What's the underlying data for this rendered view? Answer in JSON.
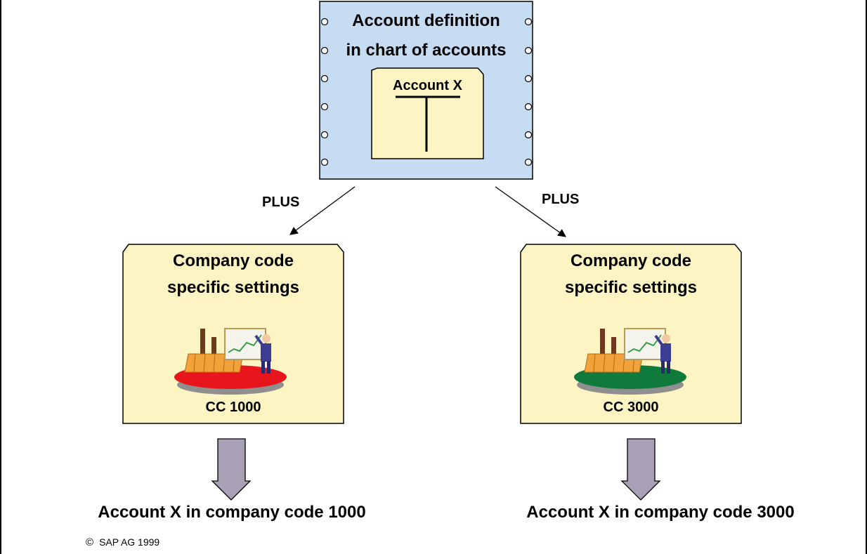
{
  "chart_definition": {
    "title_line1": "Account definition",
    "title_line2": "in chart of accounts",
    "account_label": "Account X"
  },
  "connectors": {
    "left_label": "PLUS",
    "right_label": "PLUS"
  },
  "company_codes": [
    {
      "title_line1": "Company code",
      "title_line2": "specific settings",
      "code_label": "CC 1000",
      "platform_color": "#e8161c",
      "result": "Account X in company code 1000"
    },
    {
      "title_line1": "Company code",
      "title_line2": "specific settings",
      "code_label": "CC 3000",
      "platform_color": "#0e7a3c",
      "result": "Account X in company code 3000"
    }
  ],
  "colors": {
    "chart_paper": "#c6dcf2",
    "folder": "#fcf4c2",
    "down_arrow": "#aaa0b6"
  },
  "footer": {
    "copyright": "SAP AG 1999"
  }
}
